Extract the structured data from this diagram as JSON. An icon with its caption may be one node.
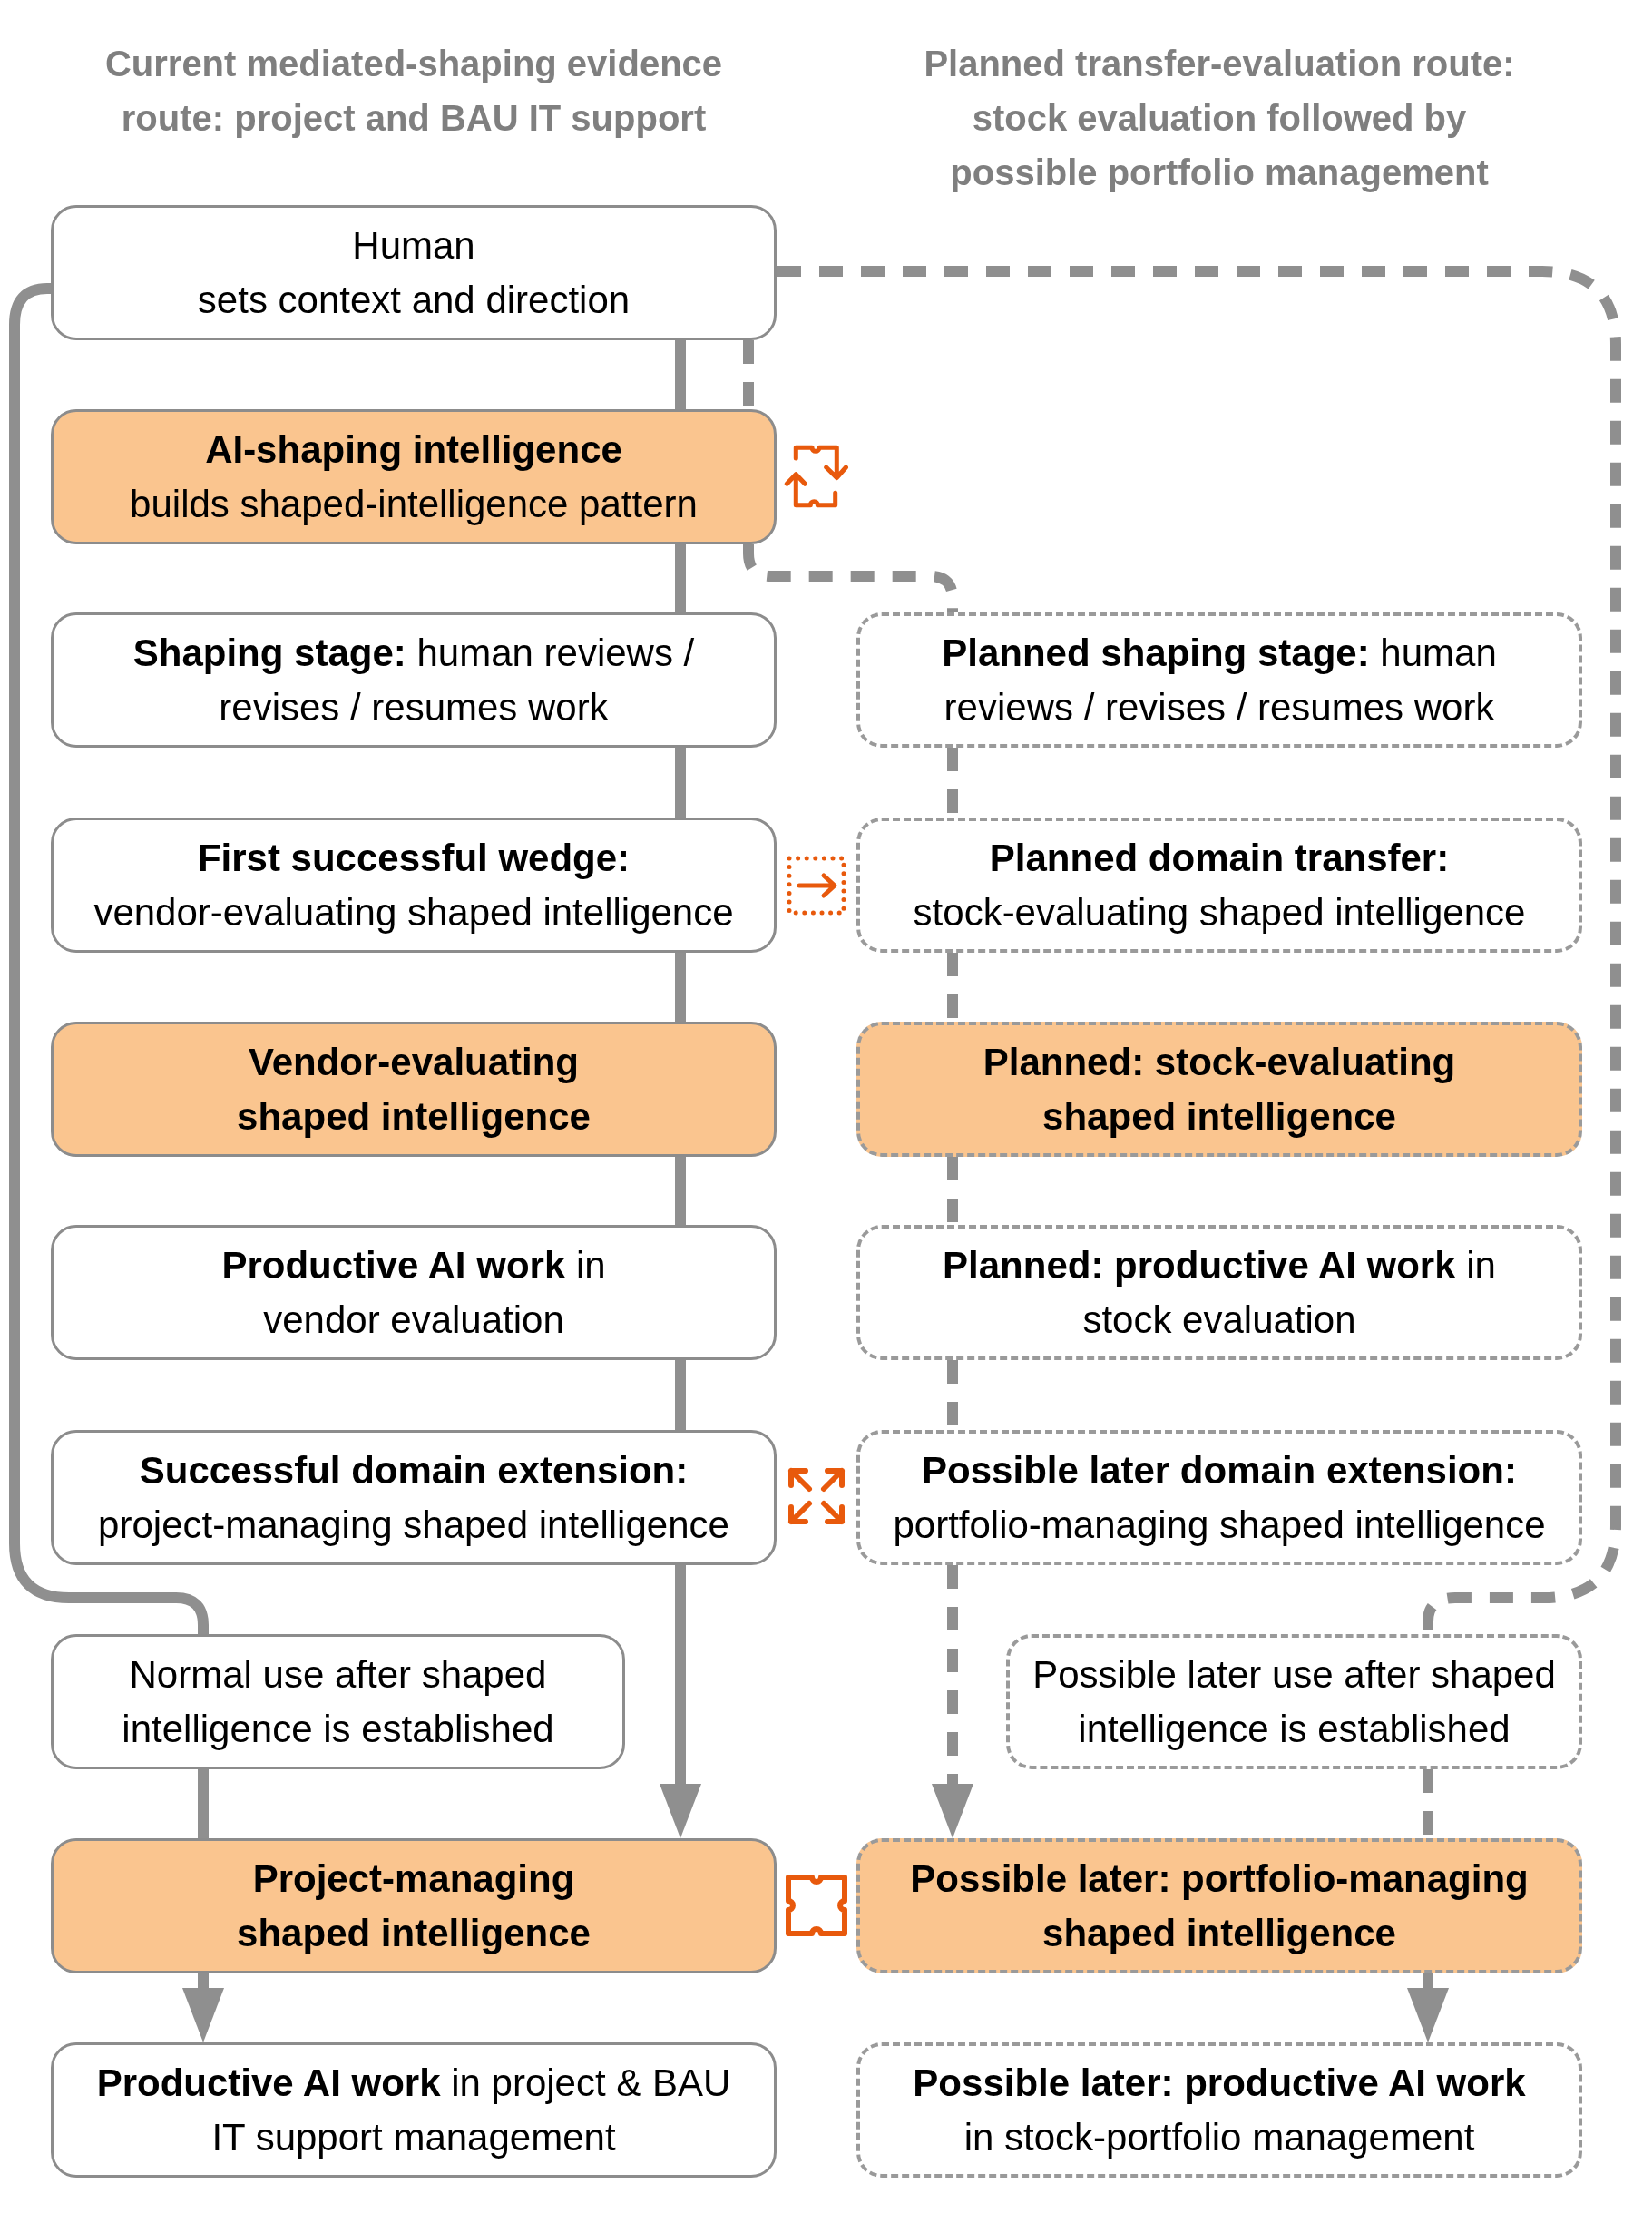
{
  "diagram": {
    "nodes": [
      {
        "text": [
          "Human",
          "sets context and direction"
        ]
      },
      {
        "text": [
          "AI-shaping intelligence",
          "builds shaped-intelligence pattern"
        ]
      },
      {
        "text": [
          "**Shaping stage:** human reviews / revises / resumes work"
        ]
      },
      {
        "text": [
          "**Planned shaping stage:** human reviews / revises / resumes work"
        ]
      },
      {
        "text": [
          "First successful wedge:",
          "vendor-evaluating shaped intelligence"
        ]
      },
      {
        "text": [
          "Planned domain transfer:",
          "stock-evaluating shaped intelligence"
        ]
      },
      {
        "text": [
          "Vendor-evaluating shaped intelligence"
        ]
      },
      {
        "text": [
          "Planned: stock-evaluating shaped intelligence"
        ]
      },
      {
        "text": [
          "**Productive AI work** in vendor evaluation"
        ]
      },
      {
        "text": [
          "**Planned: productive AI work** in stock evaluation"
        ]
      },
      {
        "text": [
          "Successful domain extension:",
          "project-managing shaped intelligence"
        ]
      },
      {
        "text": [
          "Possible later domain extension:",
          "portfolio-managing shaped intelligence"
        ]
      },
      {
        "text": [
          "Normal use after shaped intelligence is established"
        ]
      },
      {
        "text": [
          "Possible later use after shaped intelligence is established"
        ]
      },
      {
        "text": [
          "Project-managing shaped intelligence"
        ]
      },
      {
        "text": [
          "Possible later: portfolio-managing shaped intelligence"
        ]
      },
      {
        "text": [
          "**Productive AI work** in project & BAU IT support management"
        ]
      },
      {
        "text": [
          "**Possible later: productive AI work** in stock-portfolio management"
        ]
      }
    ],
    "edges": [
      {
        "from": 0,
        "to": 1,
        "arrow": "none"
      },
      {
        "from": 0,
        "to": 1,
        "arrow": "none",
        "style": "dashed"
      },
      {
        "from": 0,
        "to": 12,
        "arrow": "none"
      },
      {
        "from": 0,
        "to": 13,
        "arrow": "none",
        "style": "dashed"
      },
      {
        "from": 1,
        "to": 2,
        "arrow": "none"
      },
      {
        "from": 1,
        "to": 3,
        "arrow": "none",
        "style": "dashed"
      },
      {
        "from": 2,
        "to": 4,
        "arrow": "none"
      },
      {
        "from": 3,
        "to": 5,
        "arrow": "none",
        "style": "dashed"
      },
      {
        "from": 4,
        "to": 6,
        "arrow": "none"
      },
      {
        "from": 5,
        "to": 7,
        "arrow": "none",
        "style": "dashed"
      },
      {
        "from": 6,
        "to": 8,
        "arrow": "none"
      },
      {
        "from": 7,
        "to": 9,
        "arrow": "none",
        "style": "dashed"
      },
      {
        "from": 8,
        "to": 10,
        "arrow": "none"
      },
      {
        "from": 9,
        "to": 11,
        "arrow": "none",
        "style": "dashed"
      },
      {
        "from": 10,
        "to": 14,
        "arrow": "to"
      },
      {
        "from": 11,
        "to": 15,
        "arrow": "to",
        "style": "dashed"
      },
      {
        "from": 12,
        "to": 14,
        "arrow": "none"
      },
      {
        "from": 13,
        "to": 15,
        "arrow": "none",
        "style": "dashed"
      },
      {
        "from": 14,
        "to": 16,
        "arrow": "to"
      },
      {
        "from": 15,
        "to": 17,
        "arrow": "to",
        "style": "dashed"
      }
    ],
    "labels": [
      "Current mediated-shaping evidence route: project and BAU IT support",
      "Planned transfer-evaluation route: stock evaluation followed by possible portfolio management"
    ]
  }
}
